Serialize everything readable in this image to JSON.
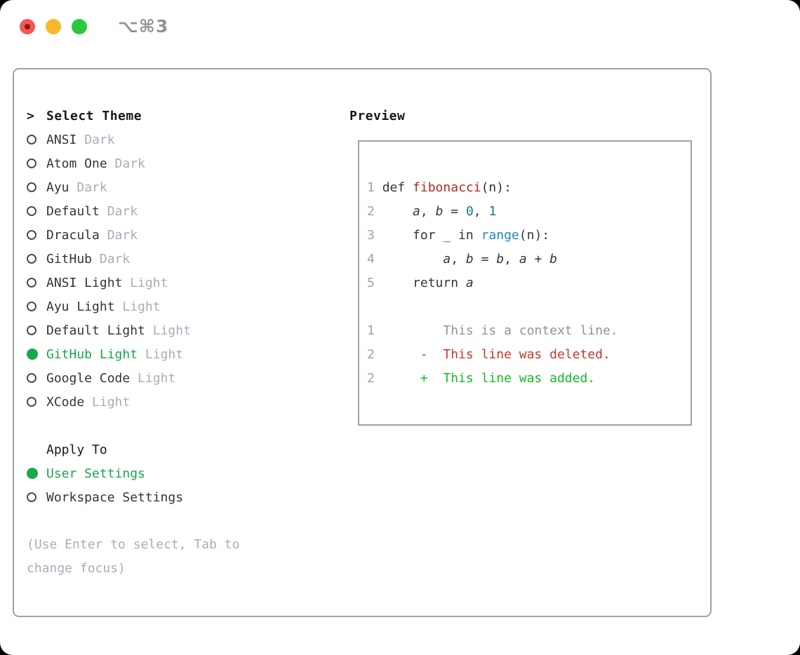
{
  "window": {
    "title": "⌥⌘3"
  },
  "colors": {
    "border": "#9ba3ae",
    "ink": "#16181c",
    "text": "#30363d",
    "muted": "#a6aeba",
    "lineno": "#9aa3b0",
    "ctx": "#8d949e",
    "green-sel": "#17a84e",
    "green-add": "#10bc26",
    "red-del": "#c3392b",
    "func-red": "#b12a21",
    "num-teal": "#0c7d87",
    "builtin-blue": "#1b87d3",
    "title-gray": "#8f9399",
    "tl-red": "#f4574e",
    "tl-red-dot": "#8c1710",
    "tl-yellow": "#f9b92b",
    "tl-green": "#2bc840"
  },
  "theme_panel": {
    "header": {
      "prompt": ">",
      "label": "Select Theme"
    },
    "items": [
      {
        "name": "ANSI",
        "variant": "Dark",
        "selected": false
      },
      {
        "name": "Atom One",
        "variant": "Dark",
        "selected": false
      },
      {
        "name": "Ayu",
        "variant": "Dark",
        "selected": false
      },
      {
        "name": "Default",
        "variant": "Dark",
        "selected": false
      },
      {
        "name": "Dracula",
        "variant": "Dark",
        "selected": false
      },
      {
        "name": "GitHub",
        "variant": "Dark",
        "selected": false
      },
      {
        "name": "ANSI Light",
        "variant": "Light",
        "selected": false
      },
      {
        "name": "Ayu Light",
        "variant": "Light",
        "selected": false
      },
      {
        "name": "Default Light",
        "variant": "Light",
        "selected": false
      },
      {
        "name": "GitHub Light",
        "variant": "Light",
        "selected": true
      },
      {
        "name": "Google Code",
        "variant": "Light",
        "selected": false
      },
      {
        "name": "XCode",
        "variant": "Light",
        "selected": false
      }
    ],
    "apply_to": {
      "label": "Apply To",
      "options": [
        {
          "name": "User Settings",
          "selected": true
        },
        {
          "name": "Workspace Settings",
          "selected": false
        }
      ]
    },
    "hint": "(Use Enter to select, Tab to change focus)"
  },
  "preview": {
    "label": "Preview",
    "code_lines": [
      {
        "tokens": [
          [
            "1 ",
            "lineno"
          ],
          [
            "def ",
            "code"
          ],
          [
            "fibonacci",
            "func"
          ],
          [
            "(n):",
            "code"
          ]
        ]
      },
      {
        "tokens": [
          [
            "2 ",
            "lineno"
          ],
          [
            "    ",
            "code"
          ],
          [
            "a",
            "var"
          ],
          [
            ", ",
            "code"
          ],
          [
            "b",
            "var"
          ],
          [
            " = ",
            "code"
          ],
          [
            "0",
            "num"
          ],
          [
            ", ",
            "code"
          ],
          [
            "1",
            "num"
          ]
        ]
      },
      {
        "tokens": [
          [
            "3 ",
            "lineno"
          ],
          [
            "    for _ in ",
            "code"
          ],
          [
            "range",
            "builtin"
          ],
          [
            "(n):",
            "code"
          ]
        ]
      },
      {
        "tokens": [
          [
            "4 ",
            "lineno"
          ],
          [
            "        ",
            "code"
          ],
          [
            "a",
            "var"
          ],
          [
            ", ",
            "code"
          ],
          [
            "b",
            "var"
          ],
          [
            " = ",
            "code"
          ],
          [
            "b",
            "var"
          ],
          [
            ", ",
            "code"
          ],
          [
            "a",
            "var"
          ],
          [
            " + ",
            "code"
          ],
          [
            "b",
            "var"
          ]
        ]
      },
      {
        "tokens": [
          [
            "5 ",
            "lineno"
          ],
          [
            "    return ",
            "code"
          ],
          [
            "a",
            "var"
          ]
        ]
      },
      {
        "tokens": [
          [
            " ",
            "code"
          ]
        ]
      },
      {
        "tokens": [
          [
            "1 ",
            "lineno"
          ],
          [
            "        ",
            "code"
          ],
          [
            "This is a context line.",
            "context"
          ]
        ]
      },
      {
        "tokens": [
          [
            "2 ",
            "lineno"
          ],
          [
            "     ",
            "code"
          ],
          [
            "-  This line was deleted.",
            "del"
          ]
        ]
      },
      {
        "tokens": [
          [
            "2 ",
            "lineno"
          ],
          [
            "     ",
            "code"
          ],
          [
            "+  This line was added.",
            "add"
          ]
        ]
      }
    ]
  }
}
